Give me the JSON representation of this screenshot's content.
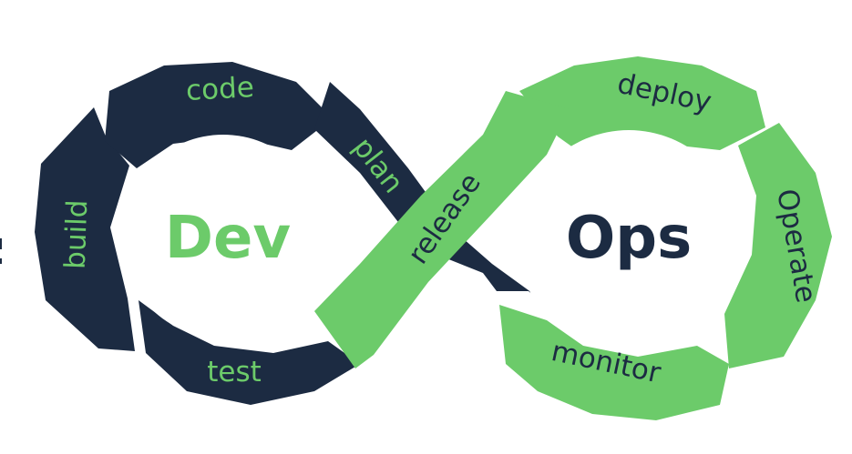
{
  "colors": {
    "navy": "#1c2b42",
    "green": "#6ccb6a",
    "white": "#ffffff"
  },
  "center": {
    "dev": "Dev",
    "ops": "Ops"
  },
  "stages": {
    "code": "code",
    "plan": "plan",
    "build": "build",
    "test": "test",
    "release": "release",
    "deploy": "deploy",
    "operate": "Operate",
    "monitor": "monitor"
  }
}
